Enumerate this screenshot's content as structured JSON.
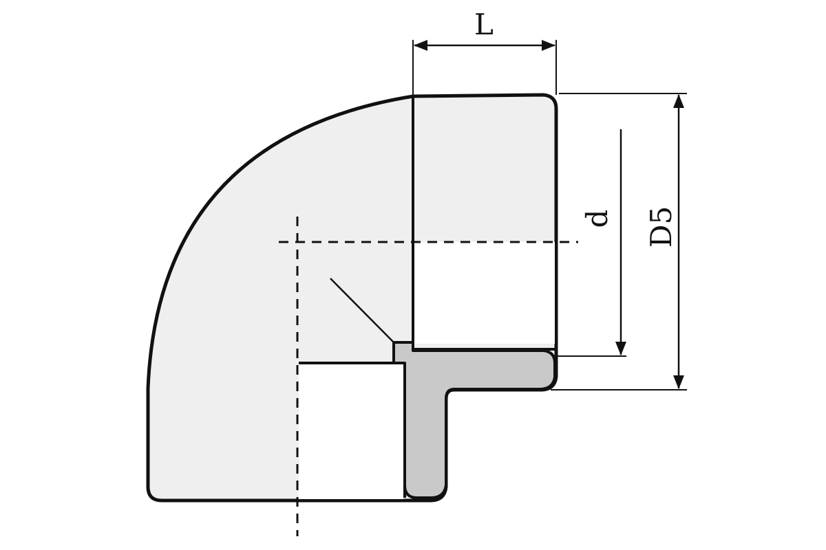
{
  "labels": {
    "length": "L",
    "inner_diameter": "d",
    "outer_diameter": "D5"
  },
  "colors": {
    "body_fill": "#efefef",
    "section_fill": "#c9c9c9",
    "stroke": "#111111",
    "background": "#ffffff"
  }
}
